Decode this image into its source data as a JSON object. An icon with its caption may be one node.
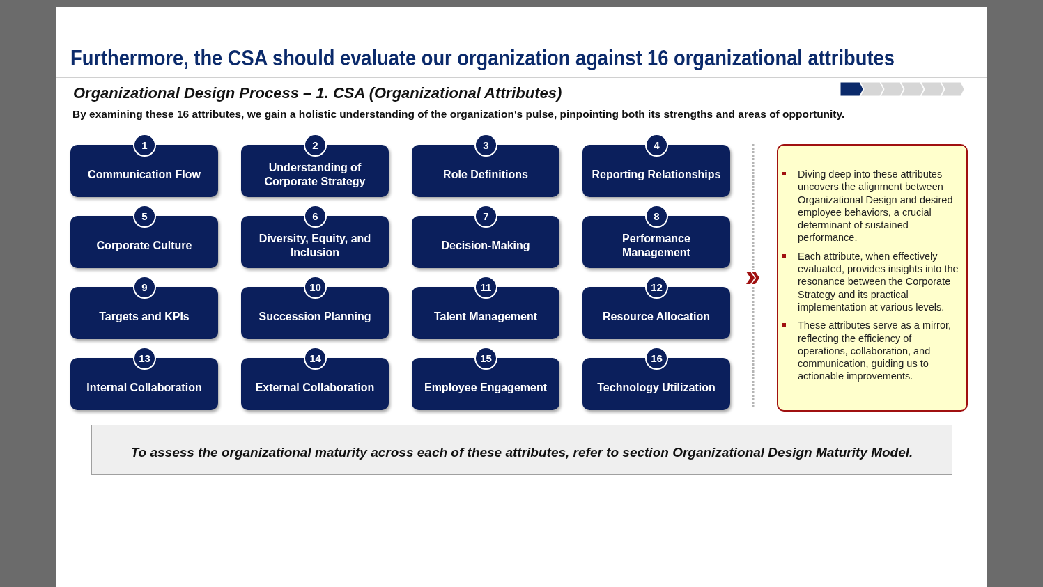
{
  "diagram": {
    "title": "Furthermore, the CSA should evaluate our organization against 16 organizational attributes",
    "nodes": [
      {
        "text": [
          "1",
          "Communication Flow"
        ]
      },
      {
        "text": [
          "2",
          "Understanding of Corporate Strategy"
        ]
      },
      {
        "text": [
          "3",
          "Role Definitions"
        ]
      },
      {
        "text": [
          "4",
          "Reporting Relationships"
        ]
      },
      {
        "text": [
          "5",
          "Corporate Culture"
        ]
      },
      {
        "text": [
          "6",
          "Diversity, Equity, and Inclusion"
        ]
      },
      {
        "text": [
          "7",
          "Decision-Making"
        ]
      },
      {
        "text": [
          "8",
          "Performance Management"
        ]
      },
      {
        "text": [
          "9",
          "Targets and KPIs"
        ]
      },
      {
        "text": [
          "10",
          "Succession Planning"
        ]
      },
      {
        "text": [
          "11",
          "Talent Management"
        ]
      },
      {
        "text": [
          "12",
          "Resource Allocation"
        ]
      },
      {
        "text": [
          "13",
          "Internal Collaboration"
        ]
      },
      {
        "text": [
          "14",
          "External Collaboration"
        ]
      },
      {
        "text": [
          "15",
          "Employee Engagement"
        ]
      },
      {
        "text": [
          "16",
          "Technology Utilization"
        ]
      },
      {
        "text": [
          "Diving deep into these attributes uncovers the alignment between Organizational Design and desired employee behaviors, a crucial determinant of sustained performance.",
          "Each attribute, when effectively evaluated, provides insights into the resonance between the Corporate Strategy and its practical implementation at various levels.",
          "These attributes serve as a mirror, reflecting the efficiency of operations, collaboration, and communication, guiding us to actionable improvements."
        ]
      },
      {
        "text": [
          "To assess the organizational maturity across each of these attributes, refer to section Organizational Design Maturity Model."
        ]
      }
    ],
    "edges": [],
    "labels": [
      "Organizational Design Process – 1. CSA (Organizational Attributes)",
      "By examining these 16 attributes, we gain a holistic understanding of the organization's pulse, pinpointing both its strengths and areas of opportunity."
    ]
  }
}
